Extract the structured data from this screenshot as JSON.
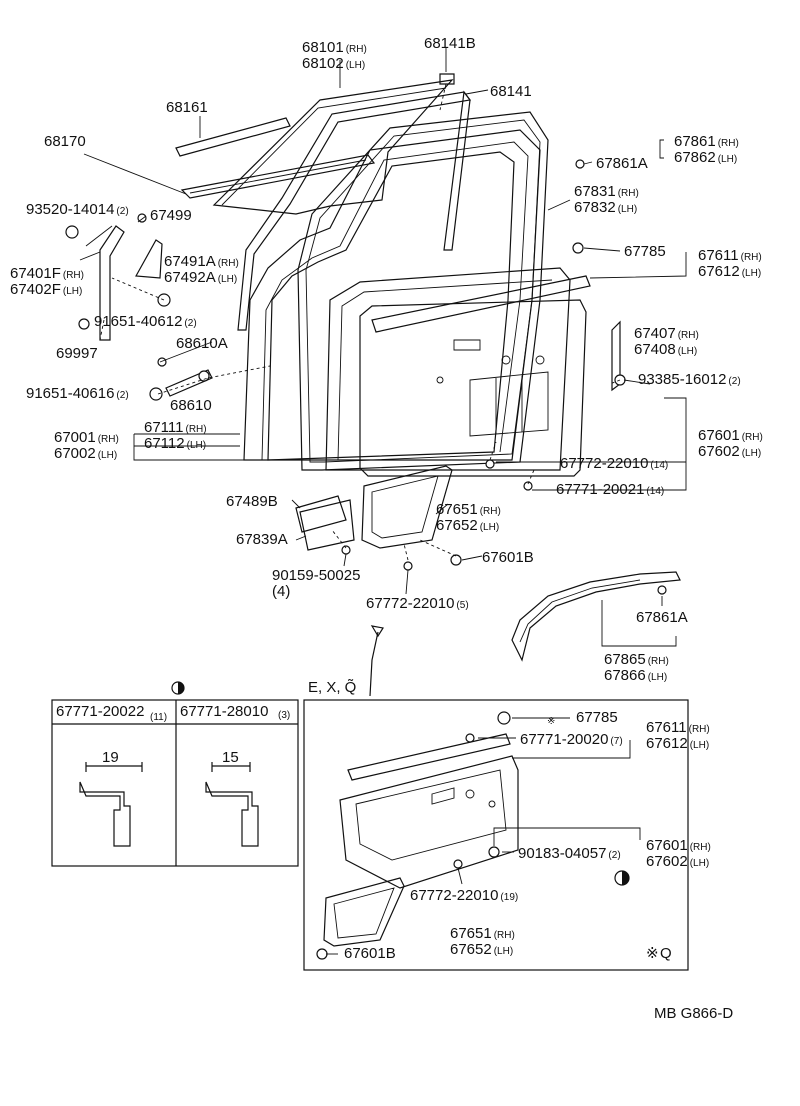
{
  "labels": [
    {
      "id": "p68101",
      "lines": [
        {
          "t": "68101",
          "s": "(RH)"
        },
        {
          "t": "68102",
          "s": "(LH)"
        }
      ]
    },
    {
      "id": "p68141B",
      "lines": [
        {
          "t": "68141B",
          "s": ""
        }
      ]
    },
    {
      "id": "p68141",
      "lines": [
        {
          "t": "68141",
          "s": ""
        }
      ]
    },
    {
      "id": "p68161",
      "lines": [
        {
          "t": "68161",
          "s": ""
        }
      ]
    },
    {
      "id": "p68170",
      "lines": [
        {
          "t": "68170",
          "s": ""
        }
      ]
    },
    {
      "id": "p67861",
      "lines": [
        {
          "t": "67861",
          "s": "(RH)"
        },
        {
          "t": "67862",
          "s": "(LH)"
        }
      ]
    },
    {
      "id": "p67861A",
      "lines": [
        {
          "t": "67861A",
          "s": ""
        }
      ]
    },
    {
      "id": "p93520",
      "lines": [
        {
          "t": "93520-14014",
          "s": "(2)"
        }
      ]
    },
    {
      "id": "p67499",
      "lines": [
        {
          "t": "67499",
          "s": ""
        }
      ]
    },
    {
      "id": "p67831",
      "lines": [
        {
          "t": "67831",
          "s": "(RH)"
        },
        {
          "t": "67832",
          "s": "(LH)"
        }
      ]
    },
    {
      "id": "p67491A",
      "lines": [
        {
          "t": "67491A",
          "s": "(RH)"
        },
        {
          "t": "67492A",
          "s": "(LH)"
        }
      ]
    },
    {
      "id": "p67401F",
      "lines": [
        {
          "t": "67401F",
          "s": "(RH)"
        },
        {
          "t": "67402F",
          "s": "(LH)"
        }
      ]
    },
    {
      "id": "p67785",
      "lines": [
        {
          "t": "67785",
          "s": ""
        }
      ]
    },
    {
      "id": "p67611",
      "lines": [
        {
          "t": "67611",
          "s": "(RH)"
        },
        {
          "t": "67612",
          "s": "(LH)"
        }
      ]
    },
    {
      "id": "p91651a",
      "lines": [
        {
          "t": "91651-40612",
          "s": "(2)"
        }
      ]
    },
    {
      "id": "p67407",
      "lines": [
        {
          "t": "67407",
          "s": "(RH)"
        },
        {
          "t": "67408",
          "s": "(LH)"
        }
      ]
    },
    {
      "id": "p69997",
      "lines": [
        {
          "t": "69997",
          "s": ""
        }
      ]
    },
    {
      "id": "p68610A",
      "lines": [
        {
          "t": "68610A",
          "s": ""
        }
      ]
    },
    {
      "id": "p93385",
      "lines": [
        {
          "t": "93385-16012",
          "s": "(2)"
        }
      ]
    },
    {
      "id": "p91651b",
      "lines": [
        {
          "t": "91651-40616",
          "s": "(2)"
        }
      ]
    },
    {
      "id": "p68610",
      "lines": [
        {
          "t": "68610",
          "s": ""
        }
      ]
    },
    {
      "id": "p67111",
      "lines": [
        {
          "t": "67111",
          "s": "(RH)"
        },
        {
          "t": "67112",
          "s": "(LH)"
        }
      ]
    },
    {
      "id": "p67001",
      "lines": [
        {
          "t": "67001",
          "s": "(RH)"
        },
        {
          "t": "67002",
          "s": "(LH)"
        }
      ]
    },
    {
      "id": "p67601",
      "lines": [
        {
          "t": "67601",
          "s": "(RH)"
        },
        {
          "t": "67602",
          "s": "(LH)"
        }
      ]
    },
    {
      "id": "p67772a",
      "lines": [
        {
          "t": "67772-22010",
          "s": "(14)"
        }
      ]
    },
    {
      "id": "p67771a",
      "lines": [
        {
          "t": "67771-20021",
          "s": "(14)"
        }
      ]
    },
    {
      "id": "p67489B",
      "lines": [
        {
          "t": "67489B",
          "s": ""
        }
      ]
    },
    {
      "id": "p67651",
      "lines": [
        {
          "t": "67651",
          "s": "(RH)"
        },
        {
          "t": "67652",
          "s": "(LH)"
        }
      ]
    },
    {
      "id": "p67839A",
      "lines": [
        {
          "t": "67839A",
          "s": ""
        }
      ]
    },
    {
      "id": "p67601B",
      "lines": [
        {
          "t": "67601B",
          "s": ""
        }
      ]
    },
    {
      "id": "p90159",
      "lines": [
        {
          "t": "90159-50025",
          "s": ""
        },
        {
          "t": "(4)",
          "s": ""
        }
      ]
    },
    {
      "id": "p67772b",
      "lines": [
        {
          "t": "67772-22010",
          "s": "(5)"
        }
      ]
    },
    {
      "id": "p67861A2",
      "lines": [
        {
          "t": "67861A",
          "s": ""
        }
      ]
    },
    {
      "id": "p67865",
      "lines": [
        {
          "t": "67865",
          "s": "(RH)"
        },
        {
          "t": "67866",
          "s": "(LH)"
        }
      ]
    },
    {
      "id": "variant",
      "lines": [
        {
          "t": "E, X, Q̃",
          "s": ""
        }
      ]
    },
    {
      "id": "i67785",
      "lines": [
        {
          "t": "67785",
          "s": ""
        }
      ]
    },
    {
      "id": "i67771",
      "lines": [
        {
          "t": "67771-20020",
          "s": "(7)"
        }
      ]
    },
    {
      "id": "i67611",
      "lines": [
        {
          "t": "67611",
          "s": "(RH)"
        },
        {
          "t": "67612",
          "s": "(LH)"
        }
      ]
    },
    {
      "id": "i90183",
      "lines": [
        {
          "t": "90183-04057",
          "s": "(2)"
        }
      ]
    },
    {
      "id": "i67601",
      "lines": [
        {
          "t": "67601",
          "s": "(RH)"
        },
        {
          "t": "67602",
          "s": "(LH)"
        }
      ]
    },
    {
      "id": "i67772",
      "lines": [
        {
          "t": "67772-22010",
          "s": "(19)"
        }
      ]
    },
    {
      "id": "i67651",
      "lines": [
        {
          "t": "67651",
          "s": "(RH)"
        },
        {
          "t": "67652",
          "s": "(LH)"
        }
      ]
    },
    {
      "id": "i67601B",
      "lines": [
        {
          "t": "67601B",
          "s": ""
        }
      ]
    },
    {
      "id": "iQ",
      "lines": [
        {
          "t": "Q",
          "s": ""
        }
      ]
    },
    {
      "id": "diagcode",
      "lines": [
        {
          "t": "MB G866-D",
          "s": ""
        }
      ]
    }
  ],
  "clip_table": {
    "col1": {
      "part": "67771-20022",
      "qty": "(11)",
      "dim": "19"
    },
    "col2": {
      "part": "67771-28010",
      "qty": "(3)",
      "dim": "15"
    }
  }
}
